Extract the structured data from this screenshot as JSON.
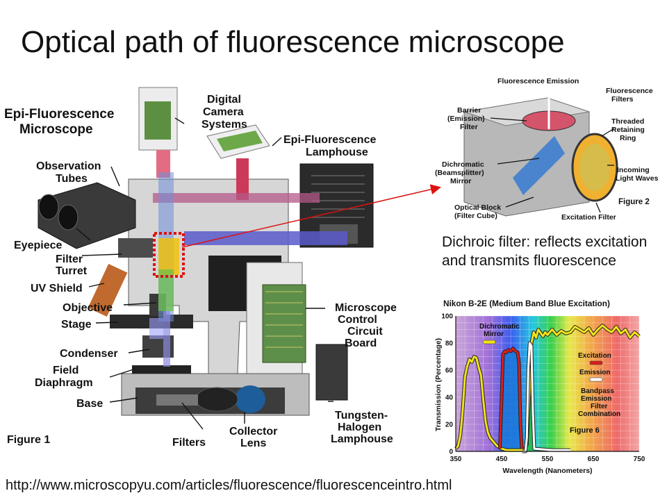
{
  "slide": {
    "title": "Optical path of fluorescence microscope",
    "caption": "Dichroic filter: reflects excitation and transmits fluorescence",
    "source_url": "http://www.microscopyu.com/articles/fluorescence/fluorescenceintro.html"
  },
  "figure1": {
    "heading": [
      "Epi-Fluorescence",
      "Microscope"
    ],
    "figure_label": "Figure 1",
    "labels": {
      "observation_tubes": [
        "Observation",
        "Tubes"
      ],
      "eyepiece": "Eyepiece",
      "filter_turret": [
        "Filter",
        "Turret"
      ],
      "uv_shield": "UV Shield",
      "objective": "Objective",
      "stage": "Stage",
      "condenser": "Condenser",
      "field_diaphragm": [
        "Field",
        "Diaphragm"
      ],
      "base": "Base",
      "filters": "Filters",
      "collector_lens": [
        "Collector",
        "Lens"
      ],
      "tungsten_lamphouse": [
        "Tungsten-",
        "Halogen",
        "Lamphouse"
      ],
      "digital_camera": [
        "Digital",
        "Camera",
        "Systems"
      ],
      "epi_lamphouse": [
        "Epi-Fluorescence",
        "Lamphouse"
      ],
      "control_board": [
        "Microscope",
        "Control",
        "Circuit",
        "Board"
      ]
    }
  },
  "figure2": {
    "figure_label": "Figure 2",
    "labels": {
      "fluorescence_emission": "Fluorescence Emission",
      "fluorescence_filters": [
        "Fluorescence",
        "Filters"
      ],
      "barrier_filter": [
        "Barrier",
        "(Emission)",
        "Filter"
      ],
      "threaded_ring": [
        "Threaded",
        "Retaining",
        "Ring"
      ],
      "dichromatic_mirror": [
        "Dichromatic",
        "(Beamsplitter)",
        "Mirror"
      ],
      "incoming_light": [
        "Incoming",
        "Light Waves"
      ],
      "optical_block": [
        "Optical Block",
        "(Filter Cube)"
      ],
      "excitation_filter": "Excitation Filter"
    }
  },
  "chart_data": {
    "type": "line",
    "title": "Nikon B-2E (Medium Band Blue Excitation)",
    "figure_label": "Figure 6",
    "xlabel": "Wavelength (Nanometers)",
    "ylabel": "Transmission (Percentage)",
    "xlim": [
      350,
      750
    ],
    "ylim": [
      0,
      100
    ],
    "x_ticks": [
      350,
      450,
      550,
      650,
      750
    ],
    "y_ticks": [
      0,
      20,
      40,
      60,
      80,
      100
    ],
    "grid": true,
    "legend": [
      {
        "label": [
          "Dichromatic",
          "Mirror"
        ],
        "swatch": "#f2e21a"
      },
      {
        "label": [
          "Excitation"
        ],
        "swatch": "#d81e1e"
      },
      {
        "label": [
          "Emission"
        ],
        "swatch": "#ffffff"
      },
      {
        "label": [
          "Bandpass",
          "Emission",
          "Filter",
          "Combination"
        ],
        "swatch": null
      }
    ],
    "series": [
      {
        "name": "Dichromatic Mirror",
        "color": "#f2e21a",
        "points": [
          [
            350,
            2
          ],
          [
            355,
            4
          ],
          [
            360,
            12
          ],
          [
            365,
            30
          ],
          [
            370,
            55
          ],
          [
            375,
            63
          ],
          [
            380,
            68
          ],
          [
            385,
            66
          ],
          [
            390,
            70
          ],
          [
            395,
            69
          ],
          [
            400,
            62
          ],
          [
            405,
            56
          ],
          [
            410,
            38
          ],
          [
            415,
            22
          ],
          [
            420,
            14
          ],
          [
            425,
            10
          ],
          [
            430,
            8
          ],
          [
            440,
            4
          ],
          [
            450,
            2
          ],
          [
            460,
            1
          ],
          [
            470,
            1
          ],
          [
            480,
            1
          ],
          [
            490,
            1
          ],
          [
            500,
            1
          ],
          [
            505,
            5
          ],
          [
            510,
            40
          ],
          [
            515,
            80
          ],
          [
            520,
            88
          ],
          [
            525,
            84
          ],
          [
            530,
            90
          ],
          [
            540,
            85
          ],
          [
            545,
            88
          ],
          [
            550,
            86
          ],
          [
            560,
            90
          ],
          [
            570,
            86
          ],
          [
            580,
            89
          ],
          [
            590,
            87
          ],
          [
            600,
            88
          ],
          [
            610,
            92
          ],
          [
            620,
            90
          ],
          [
            630,
            88
          ],
          [
            640,
            91
          ],
          [
            650,
            86
          ],
          [
            660,
            90
          ],
          [
            670,
            93
          ],
          [
            680,
            90
          ],
          [
            690,
            88
          ],
          [
            700,
            92
          ],
          [
            710,
            87
          ],
          [
            720,
            90
          ],
          [
            730,
            84
          ],
          [
            740,
            88
          ],
          [
            750,
            85
          ]
        ]
      },
      {
        "name": "Excitation",
        "color": "#d81e1e",
        "points": [
          [
            446,
            2
          ],
          [
            450,
            40
          ],
          [
            453,
            72
          ],
          [
            457,
            74
          ],
          [
            460,
            73
          ],
          [
            465,
            75
          ],
          [
            470,
            74
          ],
          [
            475,
            76
          ],
          [
            480,
            74
          ],
          [
            485,
            73
          ],
          [
            488,
            65
          ],
          [
            491,
            20
          ],
          [
            494,
            2
          ]
        ]
      },
      {
        "name": "Emission",
        "color": "#ffffff",
        "points": [
          [
            495,
            0
          ],
          [
            502,
            0
          ],
          [
            505,
            10
          ],
          [
            508,
            60
          ],
          [
            511,
            80
          ],
          [
            515,
            78
          ],
          [
            518,
            30
          ],
          [
            521,
            2
          ],
          [
            560,
            1
          ],
          [
            600,
            1
          ]
        ]
      }
    ]
  }
}
